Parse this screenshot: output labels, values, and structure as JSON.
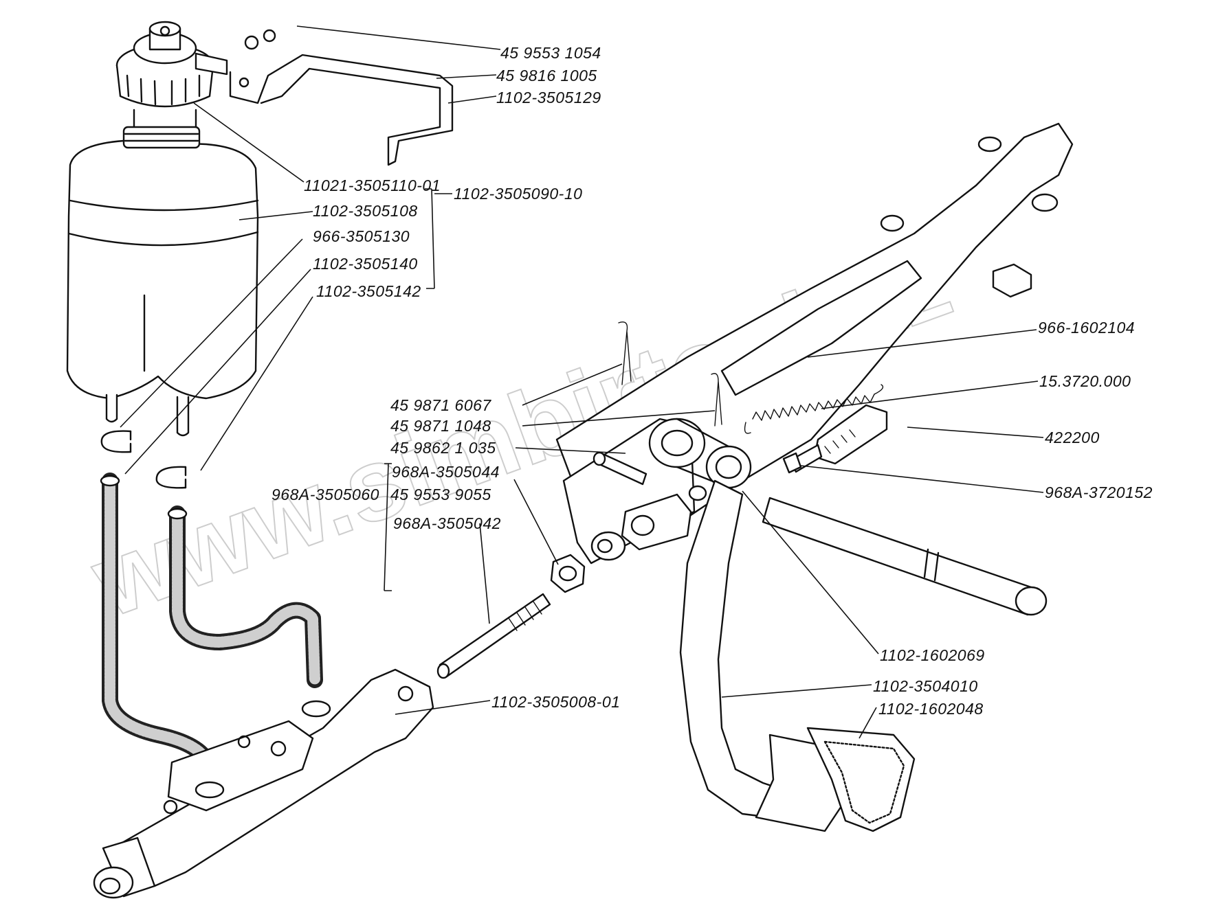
{
  "watermark": "www.simbirtool.kz",
  "labels": {
    "l01": "45 9553 1054",
    "l02": "45 9816 1005",
    "l03": "1102-3505129",
    "l04": "11021-3505110-01",
    "l05": "1102-3505090-10",
    "l06": "1102-3505108",
    "l07": "966-3505130",
    "l08": "1102-3505140",
    "l09": "1102-3505142",
    "l10": "966-1602104",
    "l11": "15.3720.000",
    "l12": "45 9871 6067",
    "l13": "45 9871 1048",
    "l14": "45 9862 1 035",
    "l15": "422200",
    "l16": "968A-3505044",
    "l17": "968A-3505060",
    "l18": "45 9553 9055",
    "l19": "968A-3720152",
    "l20": "968A-3505042",
    "l21": "1102-1602069",
    "l22": "1102-3504010",
    "l23": "1102-3505008-01",
    "l24": "1102-1602048"
  }
}
